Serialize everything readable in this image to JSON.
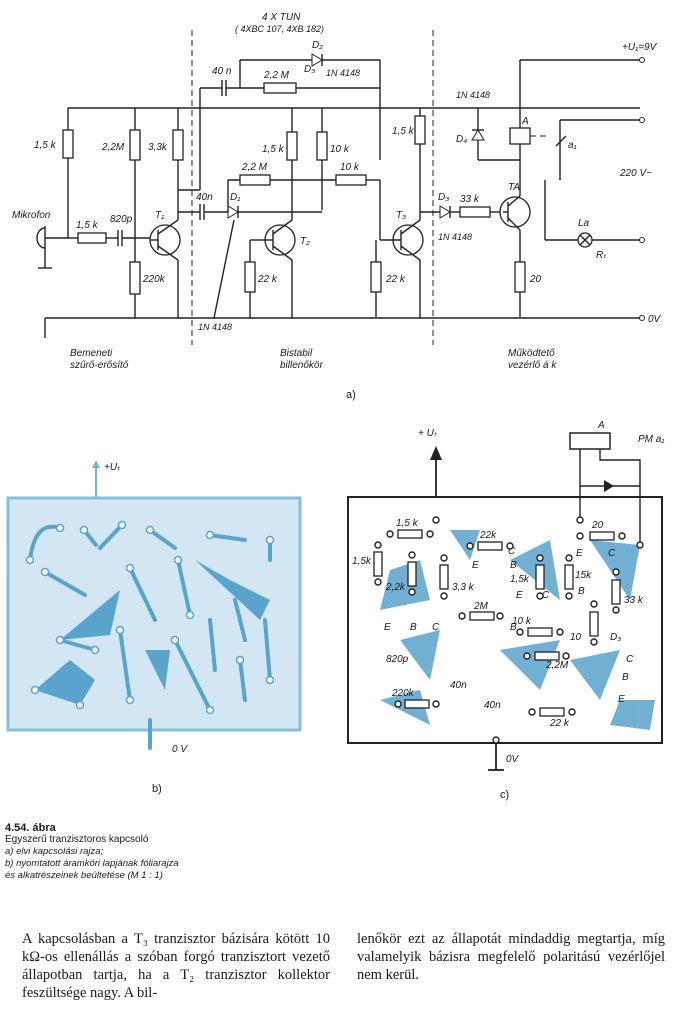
{
  "schematic": {
    "top_label": "4 X TUN",
    "top_sub": "( 4XBC 107, 4XB 182)",
    "supply": "+U₁=9V",
    "ground": "0V",
    "mains": "220 V~",
    "mic": "Mikrofon",
    "parts": {
      "r_1k5_a": "1,5 k",
      "r_2m2_a": "2,2M",
      "r_3k3": "3,3k",
      "r_220k": "220k",
      "r_1k5_in": "1,5 k",
      "c_820p": "820p",
      "t1": "T₁",
      "c_40n_top": "40 n",
      "r_2m2_top": "2,2 M",
      "d3_top": "D₃",
      "d2": "D₂",
      "d_1n4148_top": "1N 4148",
      "r_1k5_b": "1,5 k",
      "r_10k_b": "10 k",
      "r_2m2_mid": "2,2 M",
      "r_10k_mid": "10 k",
      "c_40n_mid": "40n",
      "d1": "D₁",
      "t2": "T₂",
      "r_22k_a": "22 k",
      "d_1n4148_bot": "1N 4148",
      "r_1k5_c": "1,5 k",
      "t3": "T₃",
      "r_22k_b": "22 k",
      "d_1n4148_relay": "1N 4148",
      "d4": "D₄",
      "relay": "A",
      "contact": "a₁",
      "d3_b": "D₃",
      "r_33k": "33 k",
      "ta": "TA",
      "d_1n4148_b": "1N 4148",
      "r_20": "20",
      "lamp": "La",
      "rt": "Rₜ"
    },
    "blocks": [
      "Bemeneti",
      "szűrő-erősítő",
      "Bistabil",
      "billenőkör",
      "Működtető",
      "vezérlő á k"
    ],
    "panel_label": "a)"
  },
  "pcb_b": {
    "supply": "+Uₜ",
    "ground": "0 V",
    "label": "b)"
  },
  "pcb_c": {
    "supply": "+ Uₜ",
    "ground": "0V",
    "relay": "A",
    "pm": "PM a₁",
    "label": "c)",
    "parts": [
      "1,5 k",
      "22k",
      "20",
      "1,5k",
      "2,2k",
      "3,3 k",
      "1,5k",
      "15k",
      "33 k",
      "2M",
      "10 k",
      "10",
      "D₃",
      "2,2M",
      "820p",
      "40n",
      "40n",
      "220k",
      "22 k"
    ],
    "pins": [
      "C",
      "B",
      "E",
      "E",
      "C",
      "B",
      "E",
      "B",
      "C",
      "E",
      "B",
      "C",
      "C",
      "B",
      "E"
    ]
  },
  "caption": {
    "title": "4.54. ábra",
    "subtitle": "Egyszerű tranzisztoros kapcsoló",
    "a": "a) elvi kapcsolási rajza;",
    "b": "b) nyomtatott áramköri lapjának fóliarajza",
    "c": "és alkatrészeinek beültetése (M 1 : 1)"
  },
  "body": {
    "col1": "A kapcsolásban a T₃ tranzisztor bázisára kötött 10 kΩ-os ellenállás a szóban forgó tranzisztort vezető állapotban tartja, ha a T₂ tranzisztor kollektor feszültsége nagy. A bil-",
    "col2": "lenőkör ezt az állapotát mindaddig megtartja, míg valamelyik bázisra megfelelő polaritású vezérlőjel nem kerül."
  }
}
